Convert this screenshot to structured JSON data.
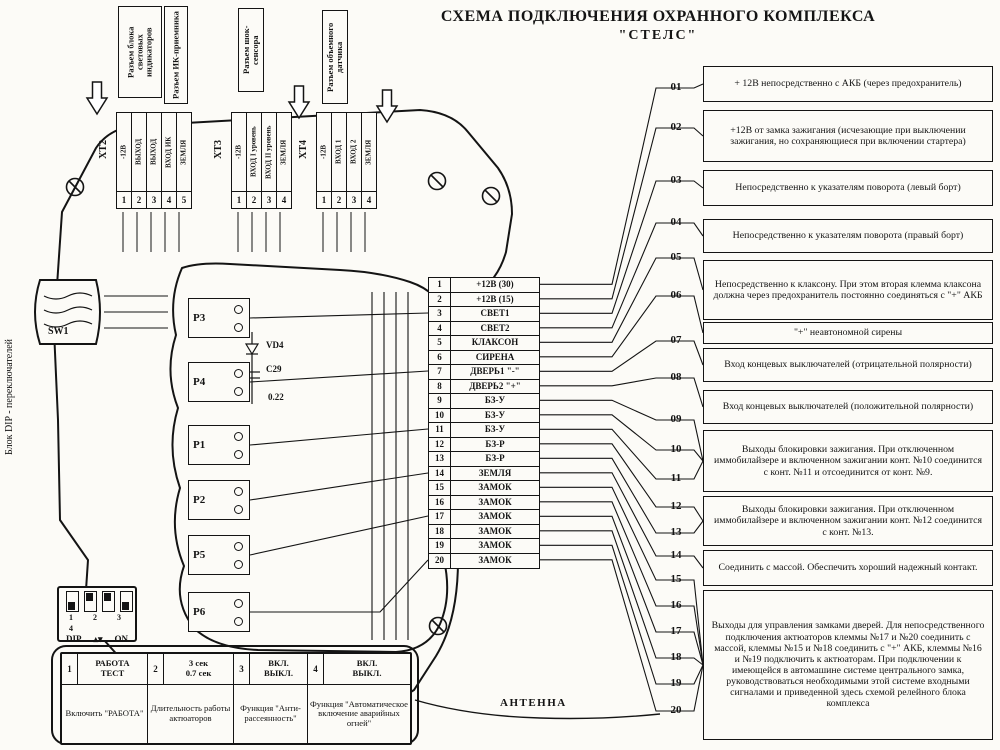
{
  "colors": {
    "ink": "#141414",
    "paper": "#fcfbf7"
  },
  "title": {
    "line1": "СХЕМА  ПОДКЛЮЧЕНИЯ  ОХРАННОГО  КОМПЛЕКСА",
    "line2": "\"СТЕЛС\""
  },
  "top_connectors": {
    "labels": [
      {
        "text": "Разъем блока световых индикаторов"
      },
      {
        "text": "Разъем ИК-приемника"
      },
      {
        "text": "Разъем шок-сенсора"
      },
      {
        "text": "Разъем объемного датчика"
      }
    ],
    "strips": [
      {
        "name": "XT2",
        "pins": [
          {
            "num": "1",
            "label": "-12В"
          },
          {
            "num": "2",
            "label": "ВЫХОД"
          },
          {
            "num": "3",
            "label": "ВЫХОД"
          },
          {
            "num": "4",
            "label": "ВХОД ИК"
          },
          {
            "num": "5",
            "label": "ЗЕМЛЯ"
          }
        ]
      },
      {
        "name": "XT3",
        "pins": [
          {
            "num": "1",
            "label": "-12В"
          },
          {
            "num": "2",
            "label": "ВХОД I уровень"
          },
          {
            "num": "3",
            "label": "ВХОД II уровень"
          },
          {
            "num": "4",
            "label": "ЗЕМЛЯ"
          }
        ]
      },
      {
        "name": "XT4",
        "pins": [
          {
            "num": "1",
            "label": "-12В"
          },
          {
            "num": "2",
            "label": "ВХОД 1"
          },
          {
            "num": "3",
            "label": "ВХОД 2"
          },
          {
            "num": "4",
            "label": "ЗЕМЛЯ"
          }
        ]
      }
    ]
  },
  "left_label": "Блок DIP - переключателей",
  "sw1_label": "SW1",
  "relays": [
    {
      "label": "Р3"
    },
    {
      "label": "Р4"
    },
    {
      "label": "Р1"
    },
    {
      "label": "Р2"
    },
    {
      "label": "Р5"
    },
    {
      "label": "Р6"
    }
  ],
  "components": {
    "diode": "VD4",
    "cap": "С29",
    "cap_value": "0.22"
  },
  "main_connector": {
    "pins": [
      {
        "num": "1",
        "label": "+12В (30)"
      },
      {
        "num": "2",
        "label": "+12В (15)"
      },
      {
        "num": "3",
        "label": "СВЕТ1"
      },
      {
        "num": "4",
        "label": "СВЕТ2"
      },
      {
        "num": "5",
        "label": "КЛАКСОН"
      },
      {
        "num": "6",
        "label": "СИРЕНА"
      },
      {
        "num": "7",
        "label": "ДВЕРЬ1 \"-\""
      },
      {
        "num": "8",
        "label": "ДВЕРЬ2 \"+\""
      },
      {
        "num": "9",
        "label": "БЗ-У"
      },
      {
        "num": "10",
        "label": "БЗ-У"
      },
      {
        "num": "11",
        "label": "БЗ-У"
      },
      {
        "num": "12",
        "label": "БЗ-Р"
      },
      {
        "num": "13",
        "label": "БЗ-Р"
      },
      {
        "num": "14",
        "label": "ЗЕМЛЯ"
      },
      {
        "num": "15",
        "label": "ЗАМОК"
      },
      {
        "num": "16",
        "label": "ЗАМОК"
      },
      {
        "num": "17",
        "label": "ЗАМОК"
      },
      {
        "num": "18",
        "label": "ЗАМОК"
      },
      {
        "num": "19",
        "label": "ЗАМОК"
      },
      {
        "num": "20",
        "label": "ЗАМОК"
      }
    ]
  },
  "wire_numbers": [
    "01",
    "02",
    "03",
    "04",
    "05",
    "06",
    "07",
    "08",
    "09",
    "10",
    "11",
    "12",
    "13",
    "14",
    "15",
    "16",
    "17",
    "18",
    "19",
    "20"
  ],
  "callouts": [
    "+ 12В непосредственно с АКБ (через предохранитель)",
    "+12В от замка зажигания (исчезающие при выключении зажигания, но сохраняющиеся при включении стартера)",
    "Непосредственно к указателям поворота (левый борт)",
    "Непосредственно к указателям поворота (правый борт)",
    "Непосредственно к клаксону. При этом вторая клемма клаксона должна через предохранитель постоянно соединяться с \"+\" АКБ",
    "\"+\" неавтономной сирены",
    "Вход концевых выключателей (отрицательной полярности)",
    "Вход концевых выключателей (положительной полярности)",
    "Выходы блокировки зажигания. При отключенном иммобилайзере и включенном зажигании конт. №10 соединится с конт. №11 и отсоединится от конт. №9.",
    "Выходы блокировки зажигания. При отключенном иммобилайзере и включенном зажигании конт. №12 соединится с конт. №13.",
    "Соединить с массой. Обеспечить хороший надежный контакт.",
    "Выходы для управления замками дверей. Для непосредственного подключения актюаторов клеммы №17 и №20 соединить с массой, клеммы №15 и №18 соединить с \"+\" АКБ, клеммы №16 и №19 подключить к актюаторам. При подключении к имеющейся в автомашине системе центрального замка, руководствоваться необходимыми этой системе входными сигналами и приведенной здесь схемой релейного блока комплекса"
  ],
  "dip": {
    "numbers": "1 2 3 4",
    "dip_label": "DIP",
    "arrows": "▴▾",
    "on_label": "ON"
  },
  "table": {
    "headers": [
      {
        "num": "1",
        "value": "РАБОТА\nТЕСТ"
      },
      {
        "num": "2",
        "value": "3 сек\n0.7 сек"
      },
      {
        "num": "3",
        "value": "ВКЛ.\nВЫКЛ."
      },
      {
        "num": "4",
        "value": "ВКЛ.\nВЫКЛ."
      }
    ],
    "descriptions": [
      "Включить \"РАБОТА\"",
      "Длительность работы актюаторов",
      "Функция \"Анти-рассеянность\"",
      "Функция \"Автоматическое включение аварийных огней\""
    ]
  },
  "antenna_label": "АНТЕННА"
}
